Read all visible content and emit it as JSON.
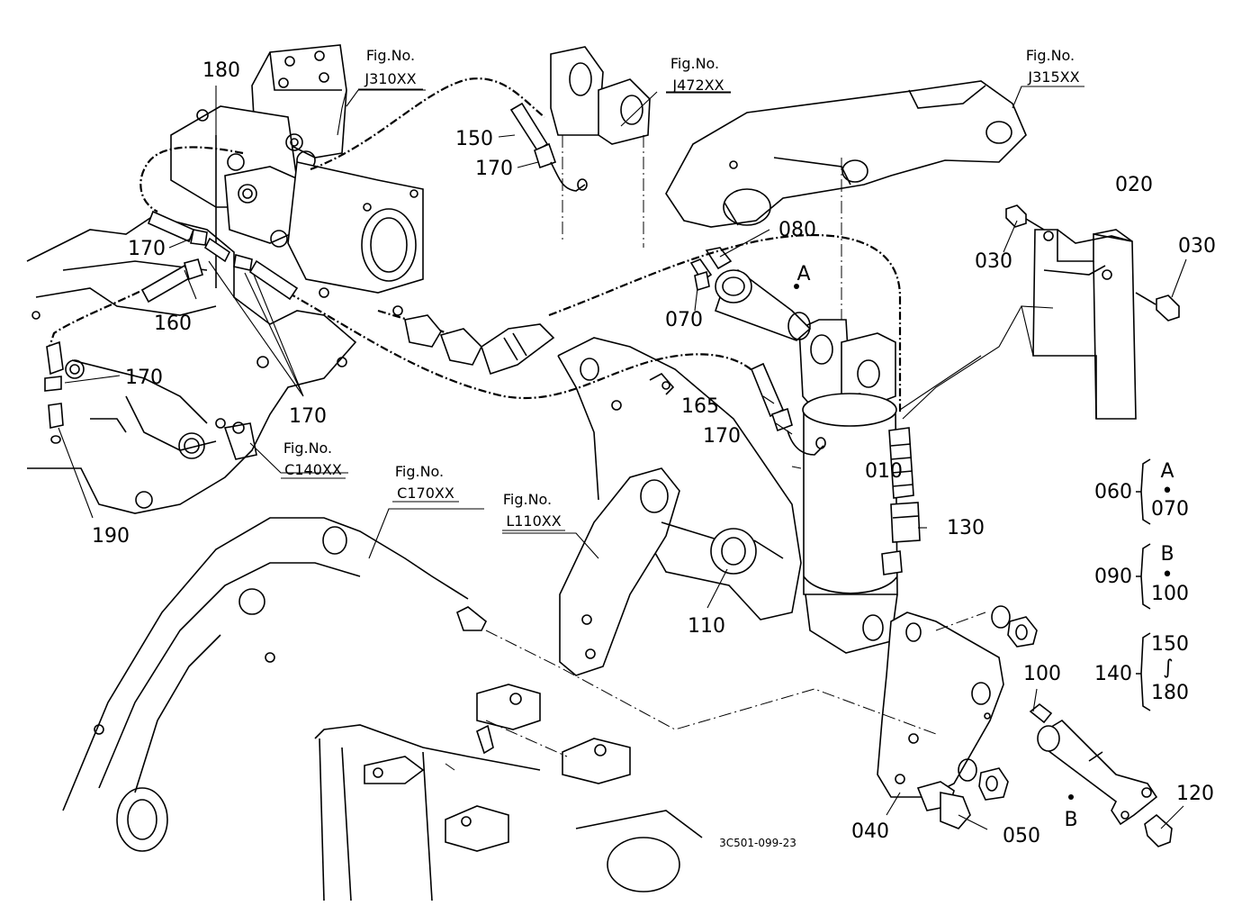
{
  "drawing": {
    "id": "3C501-099-23",
    "part_labels": {
      "p010": "010",
      "p020": "020",
      "p030a": "030",
      "p030b": "030",
      "p040": "040",
      "p050": "050",
      "p070": "070",
      "p080": "080",
      "p100": "100",
      "p110": "110",
      "p120": "120",
      "p130": "130",
      "p150": "150",
      "p160": "160",
      "p165": "165",
      "p170a": "170",
      "p170b": "170",
      "p170c": "170",
      "p170d": "170",
      "p170e": "170",
      "p180": "180",
      "p190": "190"
    },
    "point_markers": {
      "a": "A",
      "b": "B"
    },
    "figure_refs": [
      {
        "line1": "Fig.No.",
        "line2": "J310XX"
      },
      {
        "line1": "Fig.No.",
        "line2": "J472XX"
      },
      {
        "line1": "Fig.No.",
        "line2": "J315XX"
      },
      {
        "line1": "Fig.No.",
        "line2": "C140XX"
      },
      {
        "line1": "Fig.No.",
        "line2": "C170XX"
      },
      {
        "line1": "Fig.No.",
        "line2": "L110XX"
      }
    ],
    "kit_groups": [
      {
        "kit": "060",
        "top": "A",
        "sep": "•",
        "bottom": "070"
      },
      {
        "kit": "090",
        "top": "B",
        "sep": "•",
        "bottom": "100"
      },
      {
        "kit": "140",
        "top": "150",
        "sep": "∫",
        "bottom": "180"
      }
    ]
  }
}
